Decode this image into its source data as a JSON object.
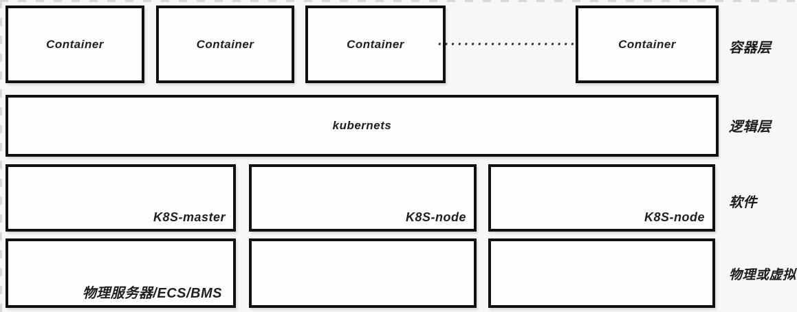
{
  "diagram": {
    "container_layer": {
      "side_label": "容器层",
      "boxes": [
        "Container",
        "Container",
        "Container",
        "Container"
      ],
      "ellipsis": "······················"
    },
    "logic_layer": {
      "side_label": "逻辑层",
      "box_label": "kubernets"
    },
    "software_layer": {
      "side_label": "软件",
      "boxes": [
        "K8S-master",
        "K8S-node",
        "K8S-node"
      ]
    },
    "physical_layer": {
      "side_label": "物理或虚拟",
      "boxes": [
        "物理服务器/ECS/BMS",
        "",
        ""
      ]
    },
    "colors": {
      "background": "#f7f7f7",
      "box_fill": "#fefefe",
      "box_border": "#101010",
      "text": "#1f1f1f",
      "dashed_edge": "#d8d8d8"
    }
  }
}
